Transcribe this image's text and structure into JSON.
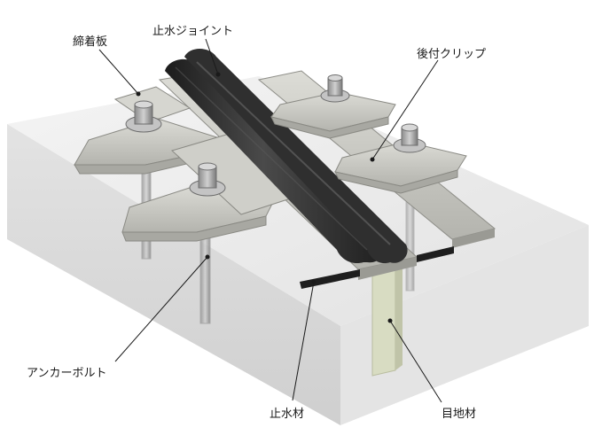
{
  "labels": {
    "tightening_plate": "締着板",
    "waterstop_joint": "止水ジョイント",
    "rear_clip": "後付クリップ",
    "anchor_bolt": "アンカーボルト",
    "waterstop_material": "止水材",
    "joint_filler": "目地材"
  },
  "colors": {
    "concrete_top": "#ececec",
    "concrete_front": "#dcdcdc",
    "concrete_side": "#e6e6e6",
    "metal": "#c9c9c3",
    "metal_dark": "#a6a6a0",
    "rubber": "#2b2b2b",
    "filler": "#d9dcc4"
  }
}
